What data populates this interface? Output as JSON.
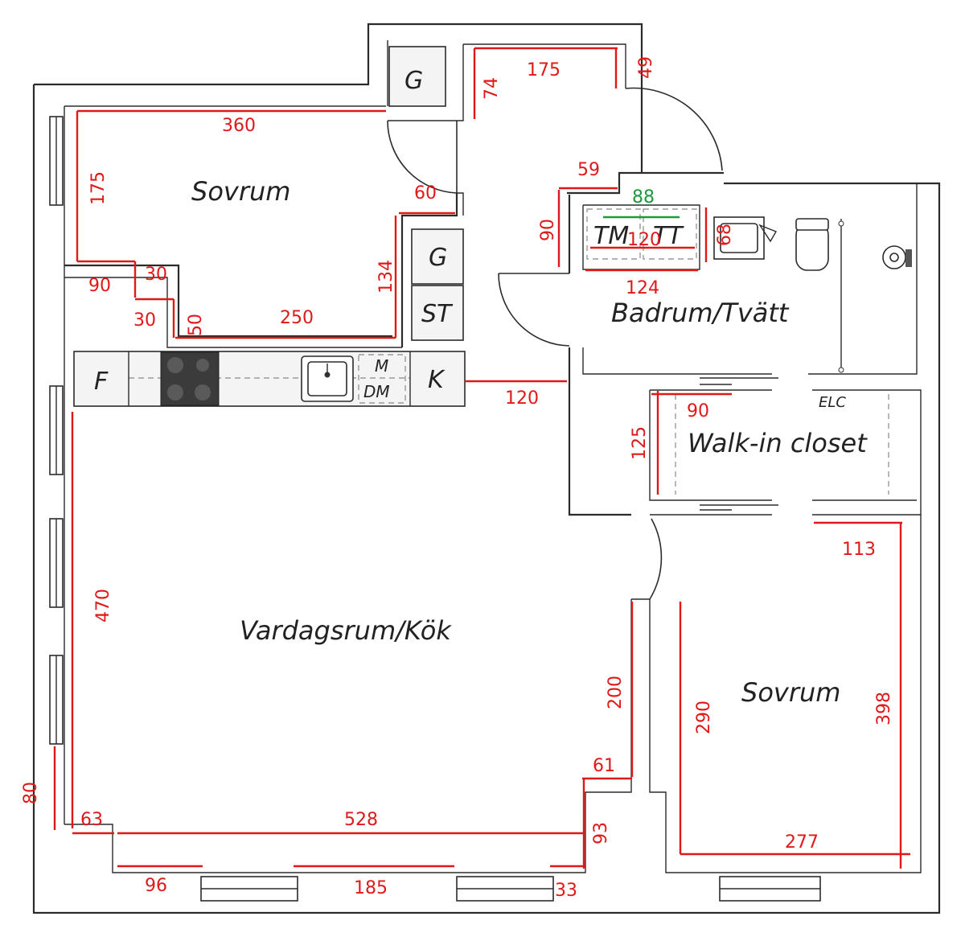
{
  "rooms": {
    "sovrum_top": "Sovrum",
    "sovrum_right": "Sovrum",
    "living": "Vardagsrum/Kök",
    "bath": "Badrum/Tvätt",
    "closet": "Walk-in closet"
  },
  "fixtures": {
    "g_top": "G",
    "g_mid": "G",
    "st": "ST",
    "f": "F",
    "k": "K",
    "m": "M",
    "dm": "DM",
    "tm": "TM",
    "tt": "TT",
    "elc": "ELC"
  },
  "dimensions": {
    "d360": "360",
    "d175_left": "175",
    "d90": "90",
    "d30a": "30",
    "d30b": "30",
    "d50": "50",
    "d250": "250",
    "d134": "134",
    "d60": "60",
    "d175_top": "175",
    "d74": "74",
    "d49": "49",
    "d59": "59",
    "d90_bath": "90",
    "d88": "88",
    "d120_bath": "120",
    "d68": "68",
    "d124": "124",
    "d120_hall": "120",
    "d90_closet": "90",
    "d125": "125",
    "d113": "113",
    "d470": "470",
    "d80": "80",
    "d63": "63",
    "d528": "528",
    "d96": "96",
    "d185": "185",
    "d33": "33",
    "d93": "93",
    "d61": "61",
    "d200": "200",
    "d290": "290",
    "d398": "398",
    "d277": "277"
  }
}
